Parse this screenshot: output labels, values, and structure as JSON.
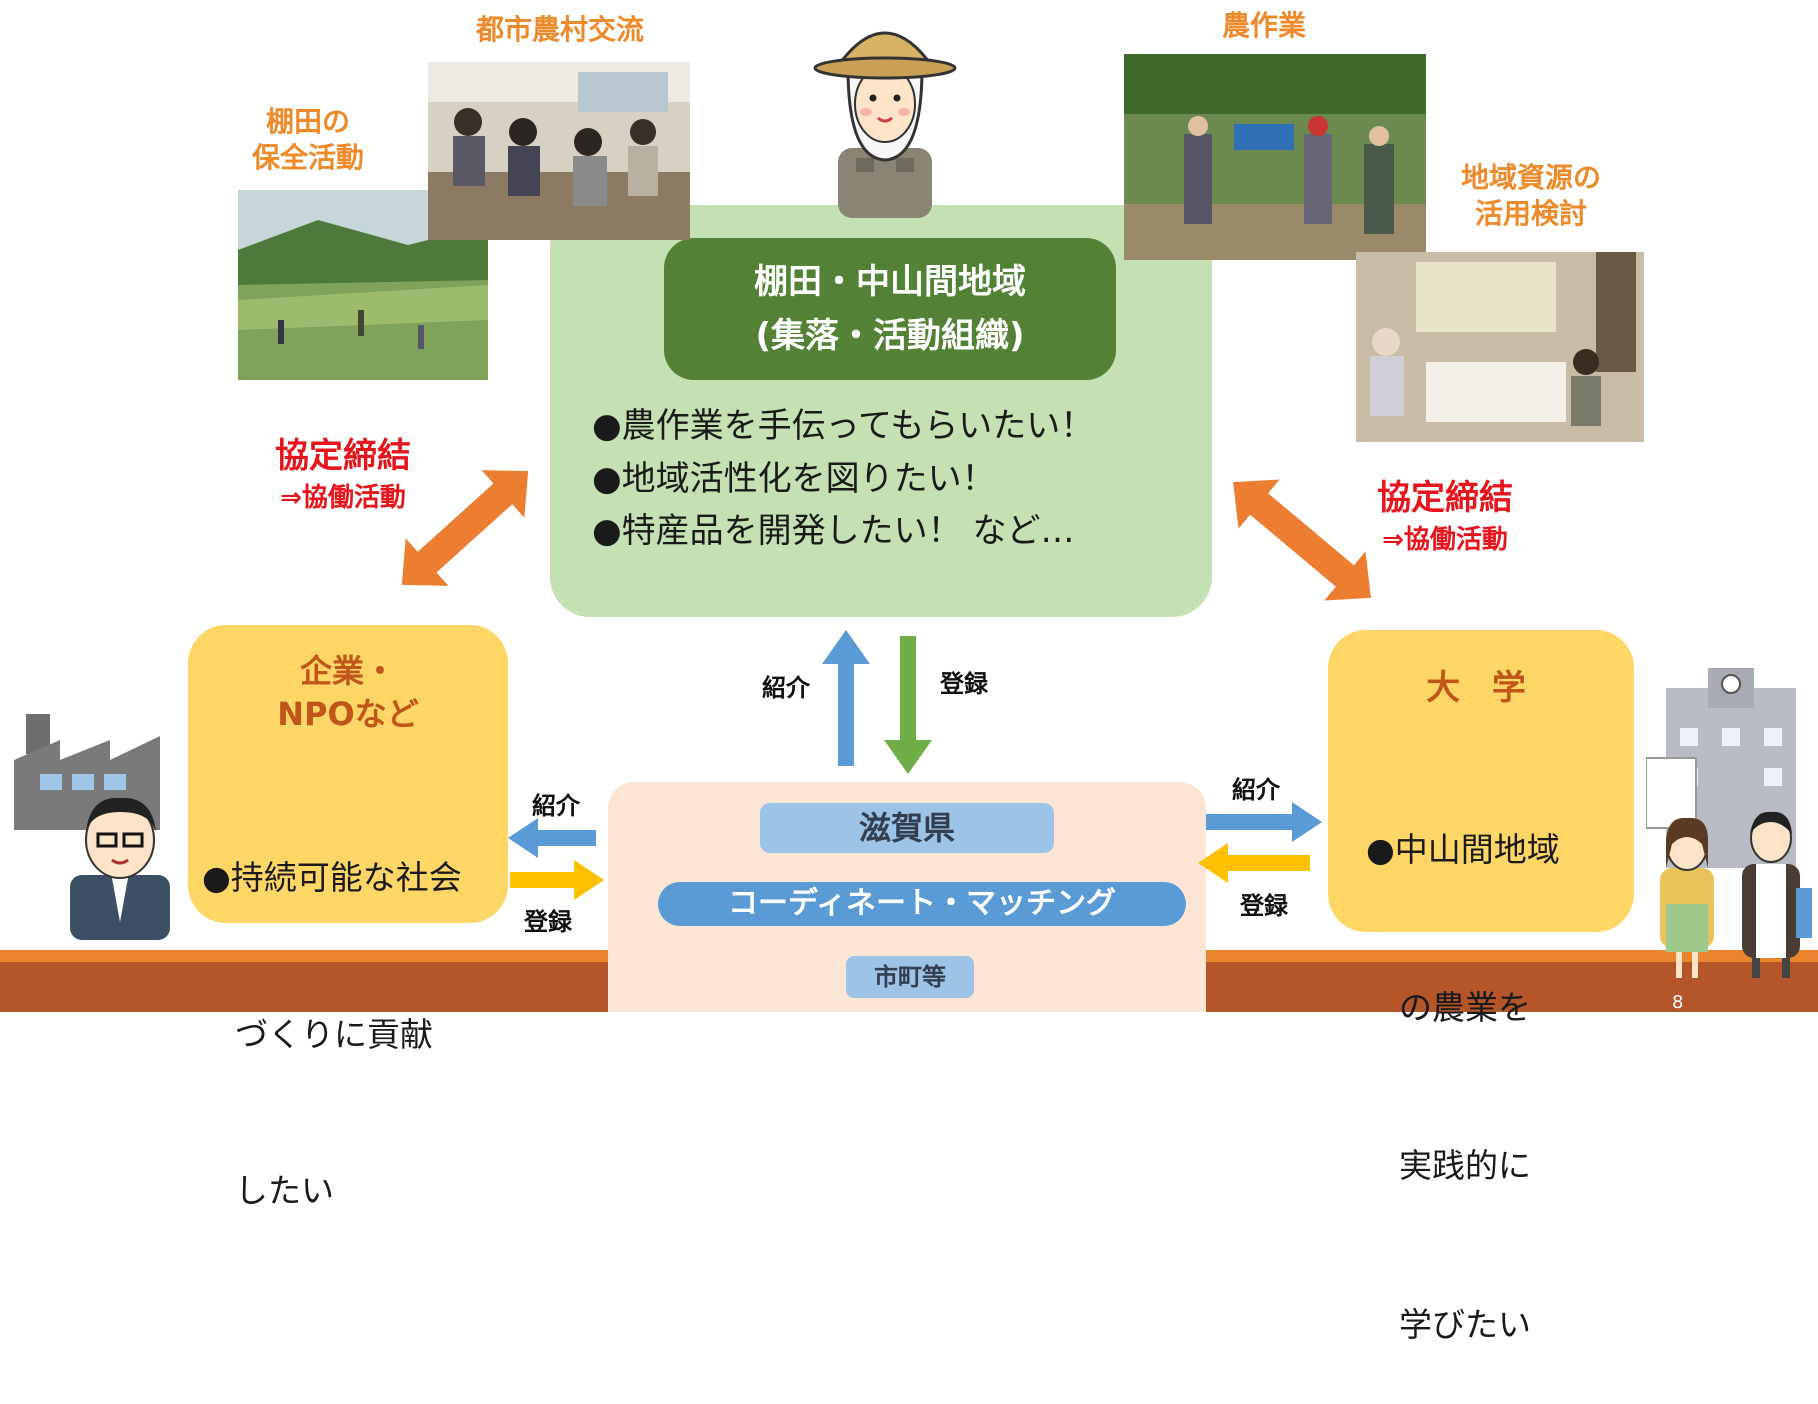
{
  "photos": {
    "tanada_label": [
      "棚田の",
      "保全活動"
    ],
    "toshi_label": "都市農村交流",
    "nosagyo_label": "農作業",
    "chiiki_label": [
      "地域資源の",
      "活用検討"
    ]
  },
  "center": {
    "header_line1": "棚田・中山間地域",
    "header_line2": "(集落・活動組織)",
    "bullets": [
      "●農作業を手伝ってもらいたい！",
      "●地域活性化を図りたい！",
      "●特産品を開発したい！ など…"
    ]
  },
  "left_agreement": {
    "line1": "協定締結",
    "line2": "⇒協働活動"
  },
  "right_agreement": {
    "line1": "協定締結",
    "line2": "⇒協働活動"
  },
  "company": {
    "title_line1": "企業・",
    "title_line2": "NPOなど",
    "lines": [
      "●持続可能な社会",
      "　づくりに貢献",
      "　したい"
    ]
  },
  "university": {
    "title": "大 学",
    "lines": [
      "●中山間地域",
      "　の農業を",
      "　実践的に",
      "　学びたい"
    ]
  },
  "coord": {
    "shiga": "滋賀県",
    "matching": "コーディネート・マッチング",
    "shicho": "市町等"
  },
  "arrows": {
    "center_up": "紹介",
    "center_down": "登録",
    "left_intro": "紹介",
    "left_register": "登録",
    "right_intro": "紹介",
    "right_register": "登録"
  },
  "page_number": "8",
  "colors": {
    "orange": "#ef8a2a",
    "green_box": "#c5e0b3",
    "dark_green": "#538135",
    "yellow_box": "#fdd666",
    "peach_box": "#fbe5d5",
    "blue_label": "#9dc3e6",
    "blue_bar": "#5b9bd5",
    "arrow_orange": "#ed7d31",
    "arrow_blue": "#5b9bd5",
    "arrow_green": "#70ad47",
    "arrow_yellow": "#ffc000",
    "red_text": "#e8141b",
    "footer": "#b5552a"
  }
}
